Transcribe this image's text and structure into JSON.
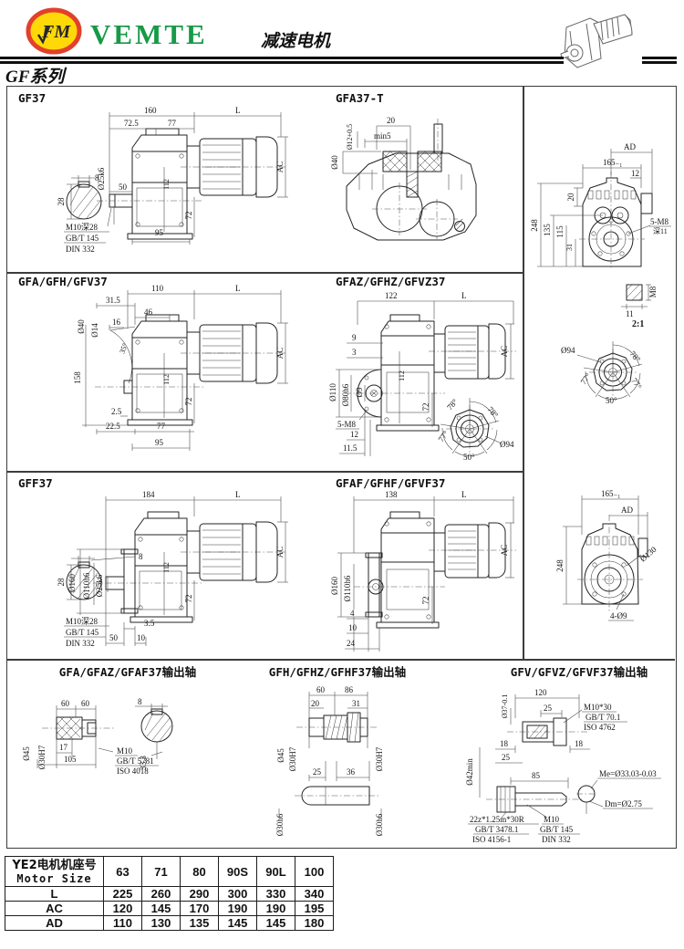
{
  "header": {
    "brand": "VEMTE",
    "logo_mark": "FM",
    "title": "减速电机",
    "series": "GF系列"
  },
  "gf37": {
    "title": "GF37",
    "d160": "160",
    "dL": "L",
    "d72_5": "72.5",
    "d77": "77",
    "d25": "Ø25k6",
    "d50": "50",
    "d112": "112",
    "dac": "AC",
    "d72": "72",
    "d95": "95",
    "m10": "M10深28",
    "gb": "GB/T 145",
    "din": "DIN 332",
    "s28": "28",
    "s8": "8"
  },
  "gfa37t": {
    "title": "GFA37-T",
    "d20": "20",
    "dmin5": "min5",
    "d12": "Ø12+0.5",
    "d40": "Ø40"
  },
  "rear_top": {
    "dad": "AD",
    "d165": "165₋₁",
    "d12": "12",
    "d20": "20",
    "d248": "248",
    "d135": "135",
    "d115": "115",
    "d31": "31",
    "m8": "5-M8",
    "depth": "深11",
    "dm8": "M8",
    "d11": "11",
    "scale": "2:1"
  },
  "flange94": {
    "d94": "Ø94",
    "a78": "78°",
    "a77l": "77°",
    "a77r": "77°",
    "a50": "50°"
  },
  "rear_bottom": {
    "d165": "165₋₁",
    "dad": "AD",
    "d248": "248",
    "d130": "Ø130",
    "d4o9": "4-Ø9"
  },
  "gfa": {
    "title": "GFA/GFH/GFV37",
    "d110": "110",
    "dL": "L",
    "d31_5": "31.5",
    "d46": "46",
    "d16": "16",
    "d40": "Ø40",
    "d14": "Ø14",
    "d158": "158",
    "a35": "35°",
    "d112": "112",
    "dac": "AC",
    "d72": "72",
    "d2_5": "2.5",
    "d22_5": "22.5",
    "d77": "77",
    "d95": "95"
  },
  "gfaz": {
    "title": "GFAZ/GFHZ/GFVZ37",
    "d122": "122",
    "dL": "L",
    "d9": "9",
    "d3": "3",
    "dac": "AC",
    "d112": "112",
    "d110": "Ø110",
    "d80": "Ø80h6",
    "do9": "Ø9",
    "d72": "72",
    "m8": "5-M8",
    "d12": "12",
    "d11_5": "11.5",
    "a78a": "78°",
    "a78b": "78°",
    "a77": "77°",
    "a50": "50°",
    "d94": "Ø94"
  },
  "gff": {
    "title": "GFF37",
    "d184": "184",
    "dL": "L",
    "dac": "AC",
    "d112": "112",
    "d160": "Ø160",
    "d110": "Ø110h6",
    "d25": "Ø25k6",
    "d72": "72",
    "m10": "M10深28",
    "gb": "GB/T 145",
    "din": "DIN 332",
    "d3_5": "3.5",
    "d50": "50",
    "d10": "10",
    "s28": "28",
    "s8": "8"
  },
  "gfaf": {
    "title": "GFAF/GFHF/GFVF37",
    "d138": "138",
    "dL": "L",
    "dac": "AC",
    "d160": "Ø160",
    "d110": "Ø110h6",
    "d72": "72",
    "d4": "4",
    "d10": "10",
    "d24": "24"
  },
  "shaft_a": {
    "title": "GFA/GFAZ/GFAF37输出轴",
    "d60a": "60",
    "d60b": "60",
    "d8": "8",
    "d45": "Ø45",
    "d30": "Ø30H7",
    "d17": "17",
    "d105": "105",
    "m10": "M10",
    "gb": "GB/T 5781",
    "iso": "ISO 4018",
    "d33": "33.3"
  },
  "shaft_h": {
    "title": "GFH/GFHZ/GFHF37输出轴",
    "d60": "60",
    "d86": "86",
    "d20": "20",
    "d31": "31",
    "d45": "Ø45",
    "d30l": "Ø30H7",
    "d30r": "Ø30H7",
    "d25": "25",
    "d36": "36",
    "d30bl": "Ø30h6",
    "d30br": "Ø30h6"
  },
  "shaft_v": {
    "title": "GFV/GFVZ/GFVF37输出轴",
    "d37": "Ø37-0.1",
    "d120": "120",
    "d25a": "25",
    "m10_30": "M10*30",
    "gb70": "GB/T 70.1",
    "iso4762": "ISO 4762",
    "d18l": "18",
    "d18r": "18",
    "d25b": "25",
    "d42": "Ø42min",
    "d85": "85",
    "me": "Me=Ø33.03-0.03",
    "dm": "Dm=Ø2.75",
    "spline": "22z*1.25m*30R",
    "gb3478": "GB/T 3478.1",
    "iso4156": "ISO 4156-1",
    "m10": "M10",
    "gb145": "GB/T 145",
    "din": "DIN 332"
  },
  "table": {
    "label_cn": "YE2电机机座号",
    "label_en": "Motor Size",
    "sizes": [
      "63",
      "71",
      "80",
      "90S",
      "90L",
      "100"
    ],
    "rows": [
      {
        "label": "L",
        "values": [
          "225",
          "260",
          "290",
          "300",
          "330",
          "340"
        ]
      },
      {
        "label": "AC",
        "values": [
          "120",
          "145",
          "170",
          "190",
          "190",
          "195"
        ]
      },
      {
        "label": "AD",
        "values": [
          "110",
          "130",
          "135",
          "145",
          "145",
          "180"
        ]
      }
    ]
  }
}
